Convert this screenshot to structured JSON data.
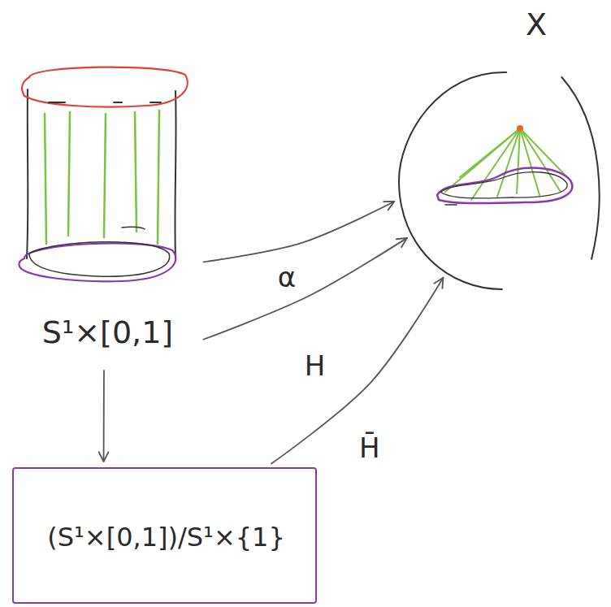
{
  "diagram": {
    "nodes": [
      {
        "text": [
          "S¹×[0,1]"
        ]
      },
      {
        "text": [
          "X"
        ]
      },
      {
        "text": [
          "(S¹×[0,1])/S¹×{1}"
        ]
      }
    ],
    "edges": [
      {
        "from": 0,
        "to": 1,
        "arrow": "to",
        "label": "α"
      },
      {
        "from": 0,
        "to": 1,
        "arrow": "to",
        "label": "H"
      },
      {
        "from": 0,
        "to": 2,
        "arrow": "to"
      },
      {
        "from": 2,
        "to": 1,
        "arrow": "to",
        "label": "H̄"
      }
    ]
  }
}
